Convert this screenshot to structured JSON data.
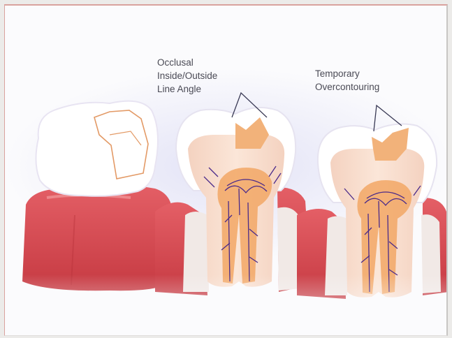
{
  "figure": {
    "label_group_1": [
      "Occlusal",
      "Inside/Outside",
      "Line Angle"
    ],
    "label_group_2": [
      "Temporary",
      "Overcontouring"
    ]
  },
  "colors": {
    "gum": "#d2484f",
    "gum_light": "#e87c80",
    "enamel": "#ffffff",
    "dentin": "#f7dccb",
    "pulp": "#f2a765",
    "vessel": "#4a2a8a",
    "filling": "#f2b27a",
    "bone": "#f1e9e6"
  }
}
